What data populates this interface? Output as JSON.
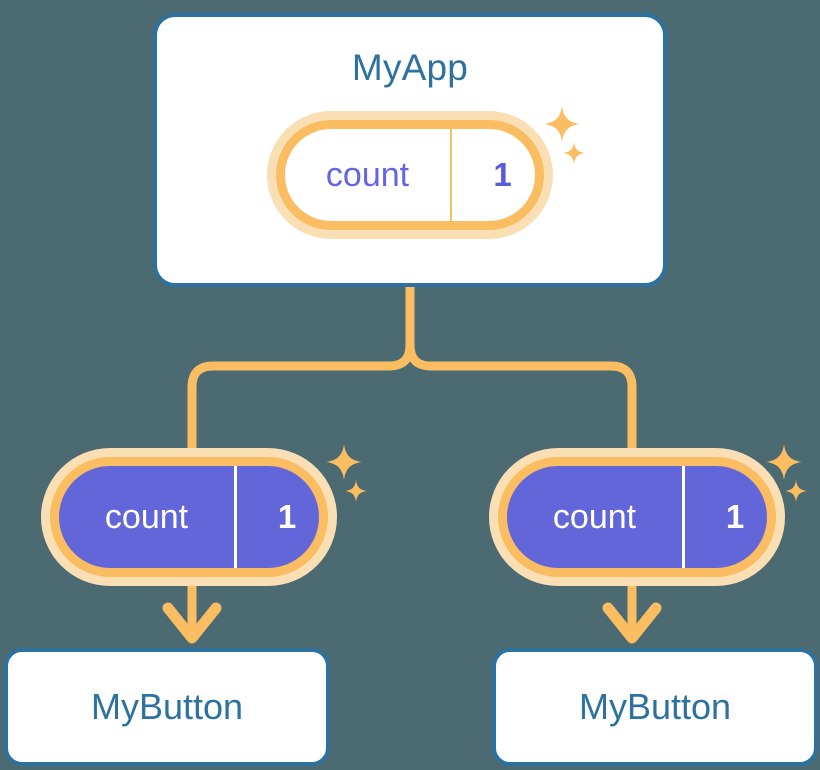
{
  "diagram": {
    "title_node": {
      "label": "MyApp"
    },
    "background_color": "#4c6a72",
    "accent_blue": "#2d719e",
    "accent_orange": "#fabd62",
    "accent_orange_light": "#fbdfb4",
    "accent_purple": "#6366d8",
    "state_label": "count",
    "state_value": "1",
    "nodes": [
      {
        "id": "app",
        "label": "MyApp",
        "state_key": "count",
        "state_value": "1",
        "state_style": "white"
      },
      {
        "id": "button-left",
        "label": "MyButton",
        "state_key": "count",
        "state_value": "1",
        "state_style": "purple"
      },
      {
        "id": "button-right",
        "label": "MyButton",
        "state_key": "count",
        "state_value": "1",
        "state_style": "purple"
      }
    ],
    "pills": {
      "app": {
        "key": "count",
        "value": "1"
      },
      "left": {
        "key": "count",
        "value": "1"
      },
      "right": {
        "key": "count",
        "value": "1"
      }
    },
    "buttons": {
      "left": {
        "label": "MyButton"
      },
      "right": {
        "label": "MyButton"
      }
    },
    "icons": {
      "sparkle_large": "sparkle-icon",
      "sparkle_small": "sparkle-icon",
      "arrow": "arrow-down-icon"
    }
  }
}
